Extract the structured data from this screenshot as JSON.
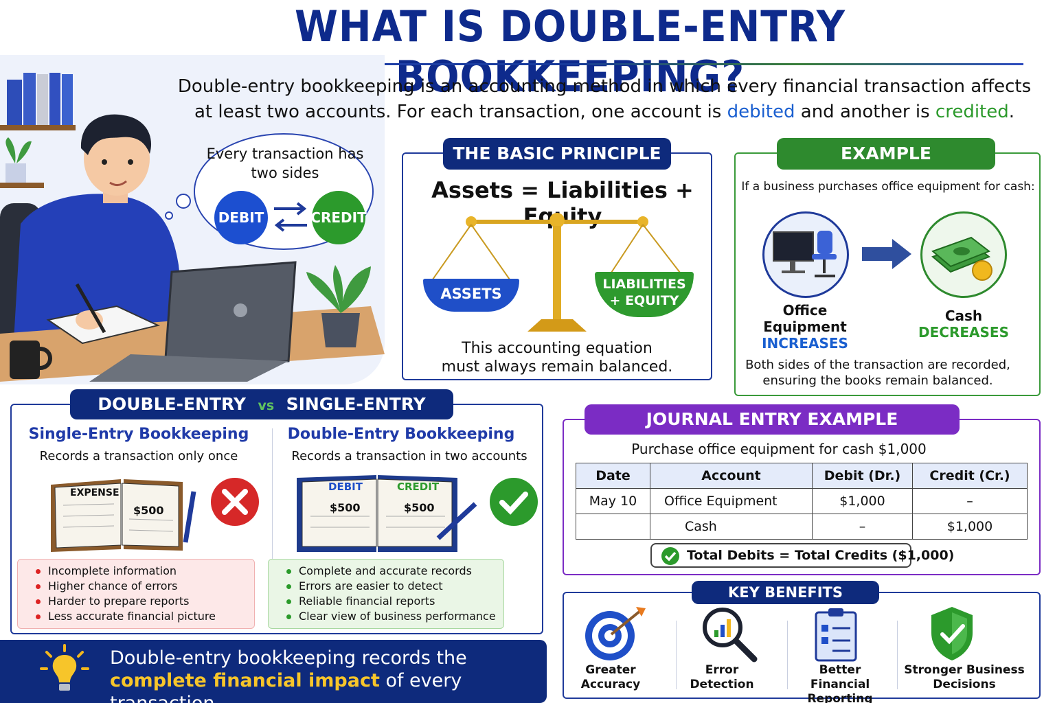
{
  "title": "WHAT IS DOUBLE-ENTRY BOOKKEEPING?",
  "intro": {
    "part1": "Double-entry bookkeeping is an accounting method in which every financial transaction affects at least two accounts. For each transaction, one account is ",
    "debited": "debited",
    "part2": " and another is ",
    "credited": "credited",
    "end": "."
  },
  "bubble": {
    "text": "Every transaction has two sides",
    "debit": "DEBIT",
    "credit": "CREDIT"
  },
  "principle": {
    "header": "THE BASIC PRINCIPLE",
    "equation": "Assets = Liabilities + Equity",
    "left_pan": "ASSETS",
    "right_pan_1": "LIABILITIES",
    "right_pan_2": "+ EQUITY",
    "caption_1": "This accounting equation",
    "caption_2": "must always remain balanced."
  },
  "example": {
    "header": "EXAMPLE",
    "lead": "If a business purchases office equipment for cash:",
    "left_1": "Office",
    "left_2": "Equipment",
    "left_status": "INCREASES",
    "right_1": "Cash",
    "right_status": "DECREASES",
    "caption_1": "Both sides of the transaction are recorded,",
    "caption_2": "ensuring the books remain balanced."
  },
  "versus": {
    "left": "DOUBLE-ENTRY",
    "vs": "vs",
    "right": "SINGLE-ENTRY",
    "single": {
      "title": "Single-Entry Bookkeeping",
      "sub": "Records a transaction only once",
      "book_label": "EXPENSE",
      "book_amount": "$500",
      "bullets": [
        "Incomplete information",
        "Higher chance of errors",
        "Harder to prepare reports",
        "Less accurate financial picture"
      ]
    },
    "double": {
      "title": "Double-Entry Bookkeeping",
      "sub": "Records a transaction in two accounts",
      "debit_label": "DEBIT",
      "credit_label": "CREDIT",
      "debit_amount": "$500",
      "credit_amount": "$500",
      "bullets": [
        "Complete and accurate records",
        "Errors are easier to detect",
        "Reliable financial reports",
        "Clear view of business performance"
      ]
    }
  },
  "footer": {
    "line1": "Double-entry bookkeeping records the",
    "highlight": "complete financial impact",
    "line2_end": " of every transaction."
  },
  "journal": {
    "header": "JOURNAL ENTRY EXAMPLE",
    "lead": "Purchase office equipment for cash $1,000",
    "columns": [
      "Date",
      "Account",
      "Debit (Dr.)",
      "Credit (Cr.)"
    ],
    "rows": [
      [
        "May 10",
        "Office Equipment",
        "$1,000",
        "–"
      ],
      [
        "",
        "Cash",
        "–",
        "$1,000"
      ]
    ],
    "total": "Total Debits = Total Credits ($1,000)"
  },
  "benefits": {
    "header": "KEY BENEFITS",
    "items": [
      {
        "l1": "Greater",
        "l2": "Accuracy",
        "icon": "target-icon"
      },
      {
        "l1": "Error",
        "l2": "Detection",
        "icon": "magnifier-chart-icon"
      },
      {
        "l1": "Better Financial",
        "l2": "Reporting",
        "icon": "clipboard-icon"
      },
      {
        "l1": "Stronger Business",
        "l2": "Decisions",
        "icon": "shield-check-icon"
      }
    ]
  },
  "colors": {
    "navy": "#0e2a8c",
    "blue": "#1a5fd0",
    "green": "#2c9a2c",
    "purple": "#7b2cc4",
    "red": "#d22222"
  }
}
